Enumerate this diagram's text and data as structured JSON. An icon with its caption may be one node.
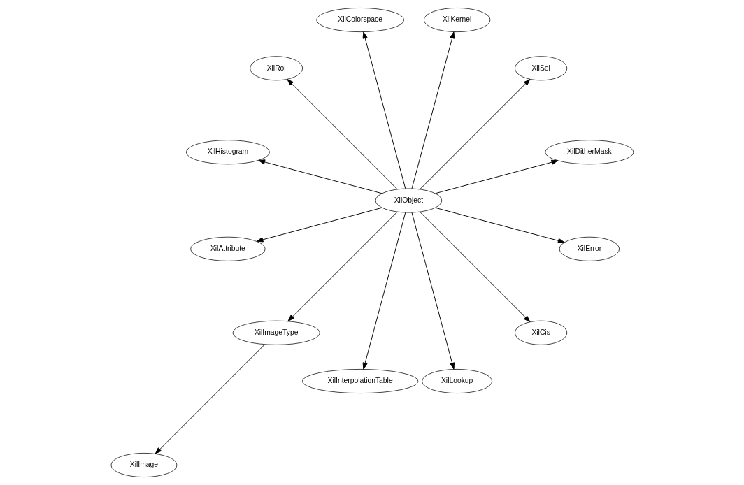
{
  "diagram": {
    "nodes": [
      {
        "text": [
          "XilDitherMask"
        ]
      },
      {
        "text": [
          "XilSel"
        ]
      },
      {
        "text": [
          "XilKernel"
        ]
      },
      {
        "text": [
          "XilColorspace"
        ]
      },
      {
        "text": [
          "XilRoi"
        ]
      },
      {
        "text": [
          "XilObject"
        ]
      },
      {
        "text": [
          "XilHistogram"
        ]
      },
      {
        "text": [
          "XilAttribute"
        ]
      },
      {
        "text": [
          "XilImageType"
        ]
      },
      {
        "text": [
          "XilInterpolationTable"
        ]
      },
      {
        "text": [
          "XilLookup"
        ]
      },
      {
        "text": [
          "XilImage"
        ]
      },
      {
        "text": [
          "XilCis"
        ]
      },
      {
        "text": [
          "XilError"
        ]
      }
    ],
    "edges": [
      {
        "from": 5,
        "to": 2,
        "arrow": "to"
      },
      {
        "from": 5,
        "to": 0,
        "arrow": "to"
      },
      {
        "from": 5,
        "to": 1,
        "arrow": "to"
      },
      {
        "from": 5,
        "to": 3,
        "arrow": "to"
      },
      {
        "from": 5,
        "to": 6,
        "arrow": "to"
      },
      {
        "from": 5,
        "to": 9,
        "arrow": "to"
      },
      {
        "from": 5,
        "to": 8,
        "arrow": "to"
      },
      {
        "from": 5,
        "to": 13,
        "arrow": "to"
      },
      {
        "from": 5,
        "to": 12,
        "arrow": "to"
      },
      {
        "from": 5,
        "to": 10,
        "arrow": "to"
      },
      {
        "from": 5,
        "to": 7,
        "arrow": "to"
      },
      {
        "from": 5,
        "to": 4,
        "arrow": "to"
      },
      {
        "from": 8,
        "to": 11,
        "arrow": "to"
      }
    ]
  }
}
